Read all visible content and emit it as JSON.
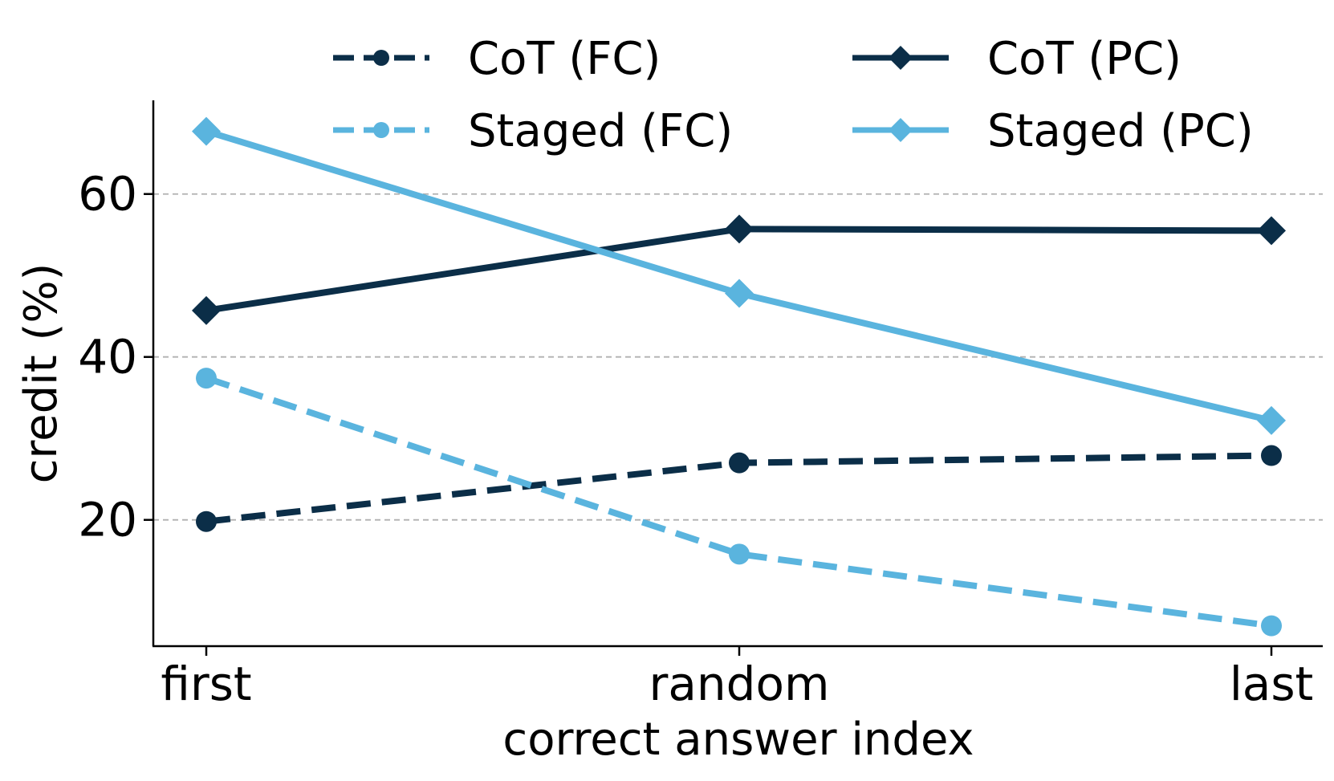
{
  "chart_data": {
    "type": "line",
    "title": "",
    "xlabel": "correct answer index",
    "ylabel": "credit (%)",
    "categories": [
      "first",
      "random",
      "last"
    ],
    "ylim": [
      4.5,
      71.5
    ],
    "yticks": [
      20,
      40,
      60
    ],
    "grid": "horizontal dashed at y ticks",
    "legend_position": "top",
    "series": [
      {
        "name": "CoT (FC)",
        "values": [
          19.8,
          27.0,
          27.9
        ],
        "color": "#0b2e48",
        "linestyle": "dashed",
        "marker": "circle"
      },
      {
        "name": "Staged (FC)",
        "values": [
          37.4,
          15.8,
          7.0
        ],
        "color": "#5ab4de",
        "linestyle": "dashed",
        "marker": "circle"
      },
      {
        "name": "CoT (PC)",
        "values": [
          45.7,
          55.7,
          55.5
        ],
        "color": "#0b2e48",
        "linestyle": "solid",
        "marker": "diamond"
      },
      {
        "name": "Staged (PC)",
        "values": [
          67.7,
          47.8,
          32.2
        ],
        "color": "#5ab4de",
        "linestyle": "solid",
        "marker": "diamond"
      }
    ]
  }
}
